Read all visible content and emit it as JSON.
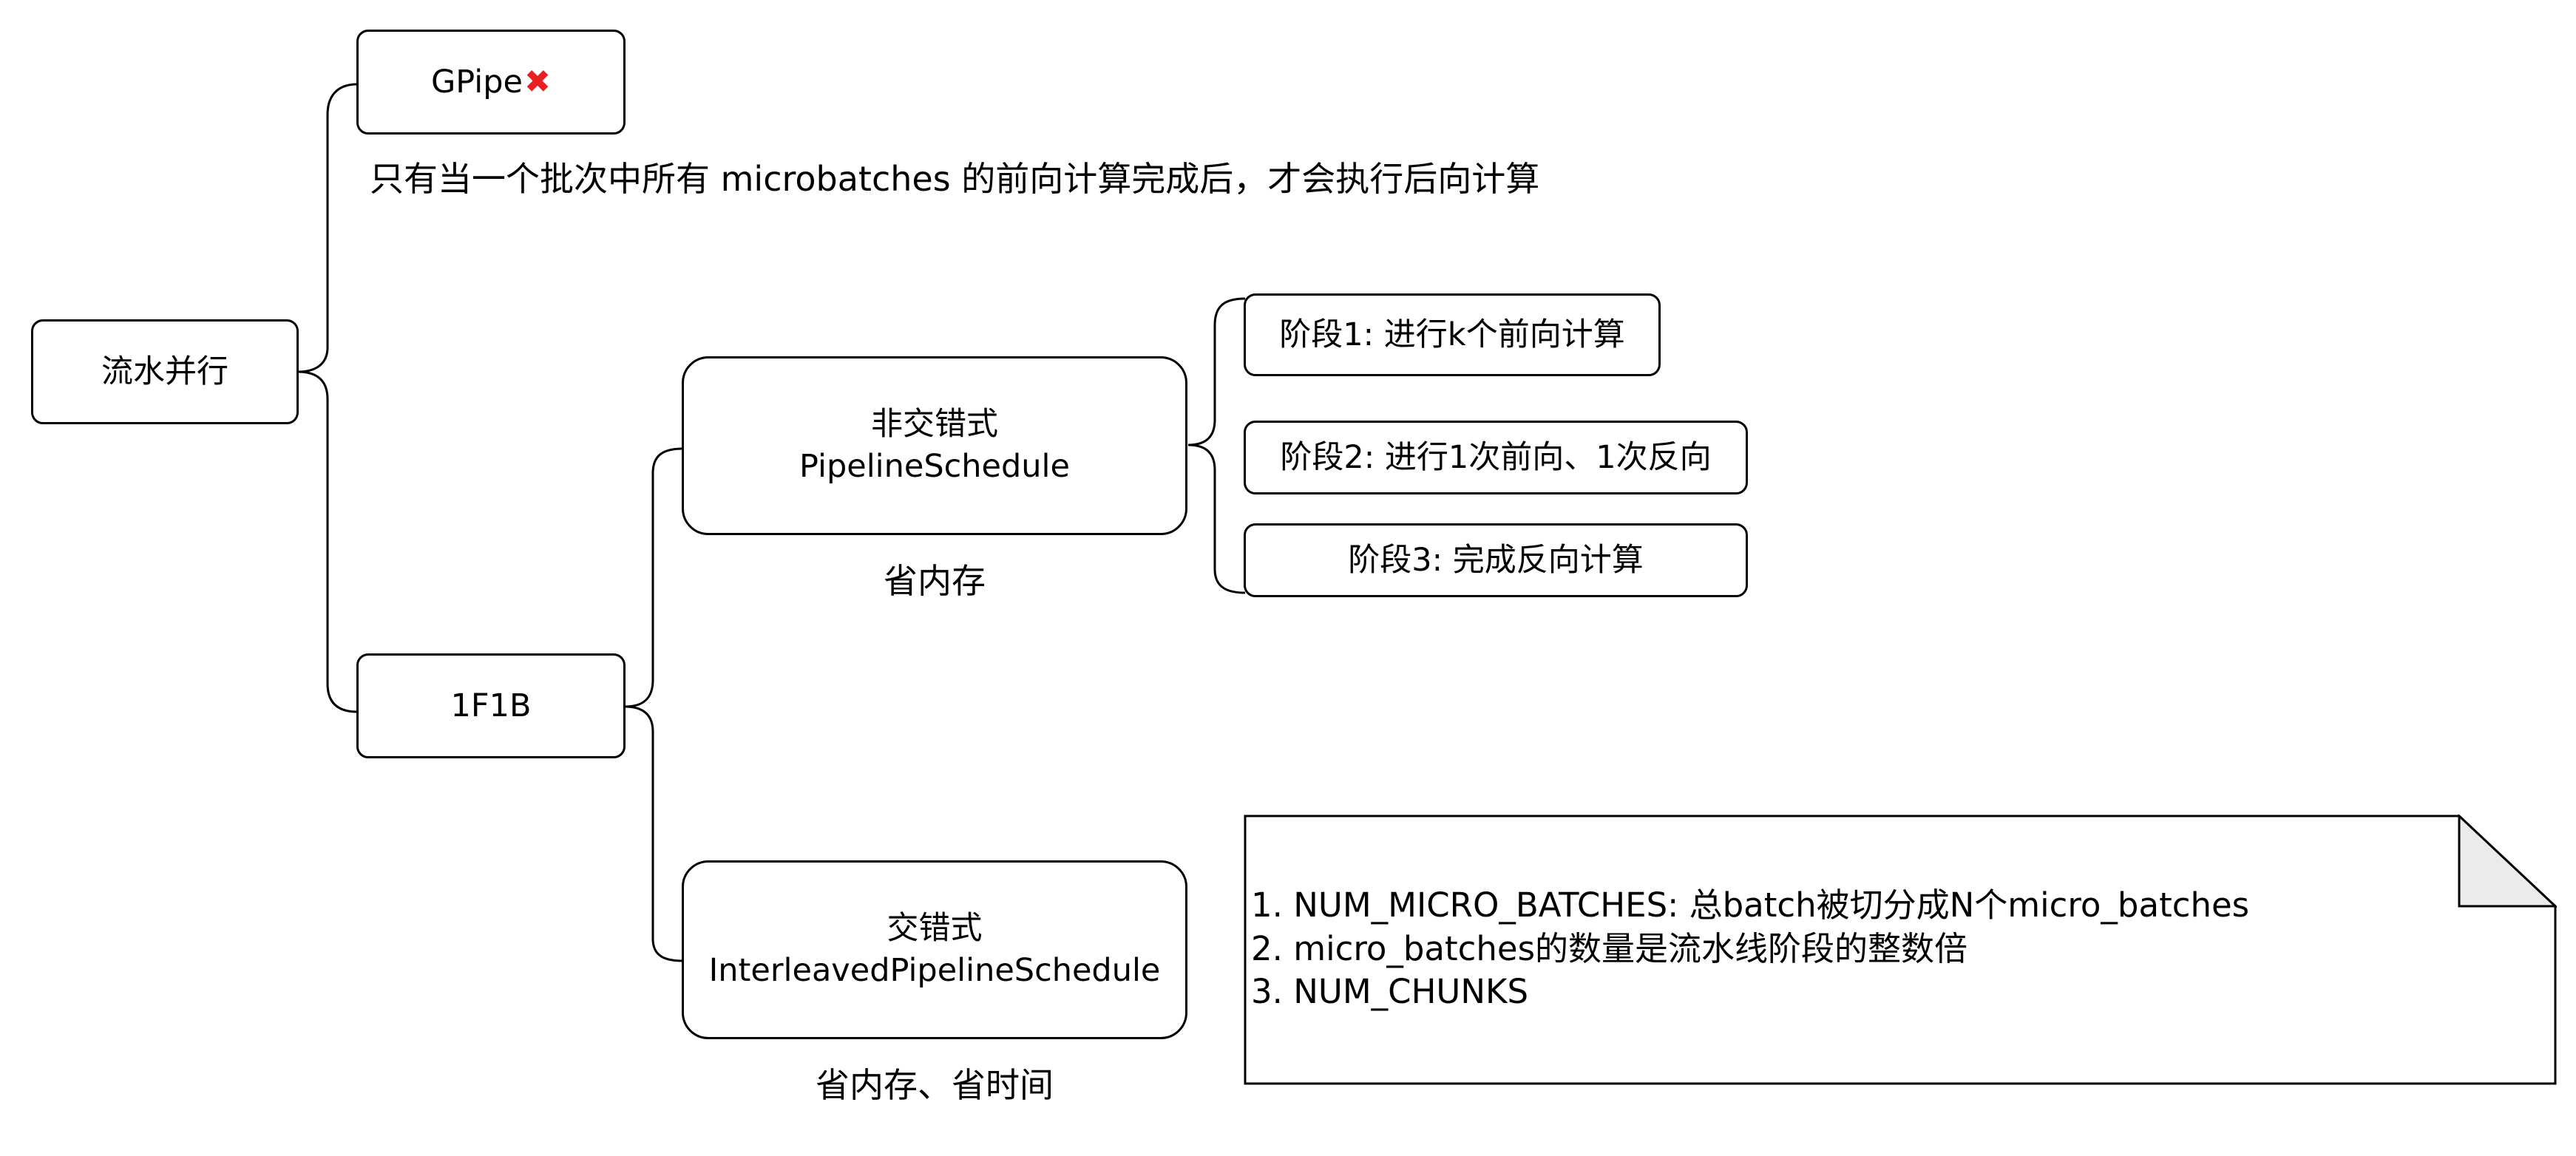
{
  "root": {
    "label": "流水并行"
  },
  "gpipe": {
    "label": "GPipe",
    "mark": "✖",
    "mark_color": "#e8201f",
    "note": "只有当一个批次中所有 microbatches 的前向计算完成后，才会执行后向计算"
  },
  "f1b": {
    "label": "1F1B"
  },
  "noninterleaved": {
    "line1": "非交错式",
    "line2": "PipelineSchedule",
    "caption": "省内存",
    "stages": [
      "阶段1: 进行k个前向计算",
      "阶段2: 进行1次前向、1次反向",
      "阶段3: 完成反向计算"
    ]
  },
  "interleaved": {
    "line1": "交错式",
    "line2": "InterleavedPipelineSchedule",
    "caption": "省内存、省时间"
  },
  "note": {
    "fold_fill": "#ebebeb",
    "lines": [
      "1. NUM_MICRO_BATCHES: 总batch被切分成N个micro_batches",
      "2. micro_batches的数量是流水线阶段的整数倍",
      "3. NUM_CHUNKS"
    ]
  }
}
